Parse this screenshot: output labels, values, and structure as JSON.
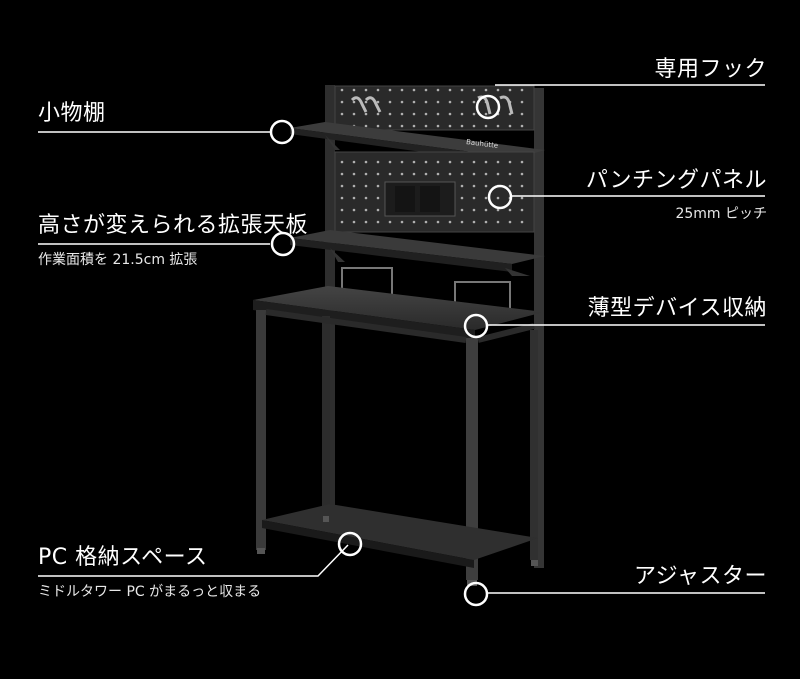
{
  "callouts": {
    "small_shelf": {
      "title": "小物棚"
    },
    "special_hook": {
      "title": "専用フック"
    },
    "punching_panel": {
      "title": "パンチングパネル",
      "sub": "25mm ピッチ"
    },
    "height_board": {
      "title": "高さが変えられる拡張天板",
      "sub": "作業面積を 21.5cm 拡張"
    },
    "device_storage": {
      "title": "薄型デバイス収納"
    },
    "pc_storage": {
      "title": "PC 格納スペース",
      "sub": "ミドルタワー PC がまるっと収まる"
    },
    "adjuster": {
      "title": "アジャスター"
    }
  },
  "brand_mark": "Bauhütte",
  "colors": {
    "background": "#000000",
    "text": "#ffffff",
    "metal": "#3a3a3a",
    "panel": "#2b2b2b"
  }
}
